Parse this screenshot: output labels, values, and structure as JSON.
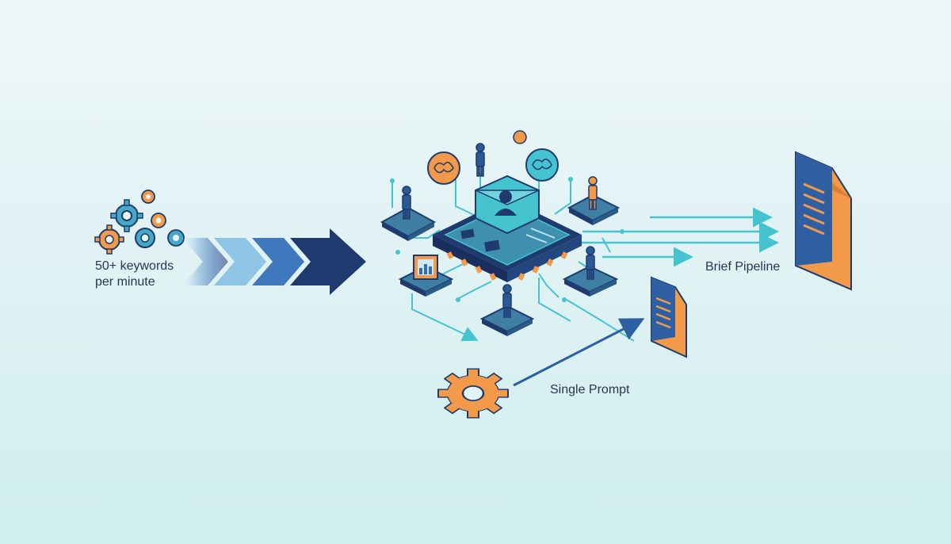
{
  "labels": {
    "input_line1": "50+ keywords",
    "input_line2": "per minute",
    "brief_pipeline": "Brief Pipeline",
    "single_prompt": "Single Prompt"
  },
  "colors": {
    "navy": "#1e3a6e",
    "blue": "#2f6db0",
    "teal": "#45c4cf",
    "orange": "#f29a4a",
    "chip_top": "#3f8fb0",
    "platform": "#3f7fa6"
  },
  "icons": [
    "gear-icon",
    "chevron-arrow-icon",
    "processor-chip-icon",
    "person-icon",
    "brain-icon",
    "bar-chart-icon",
    "document-icon",
    "large-gear-icon"
  ]
}
